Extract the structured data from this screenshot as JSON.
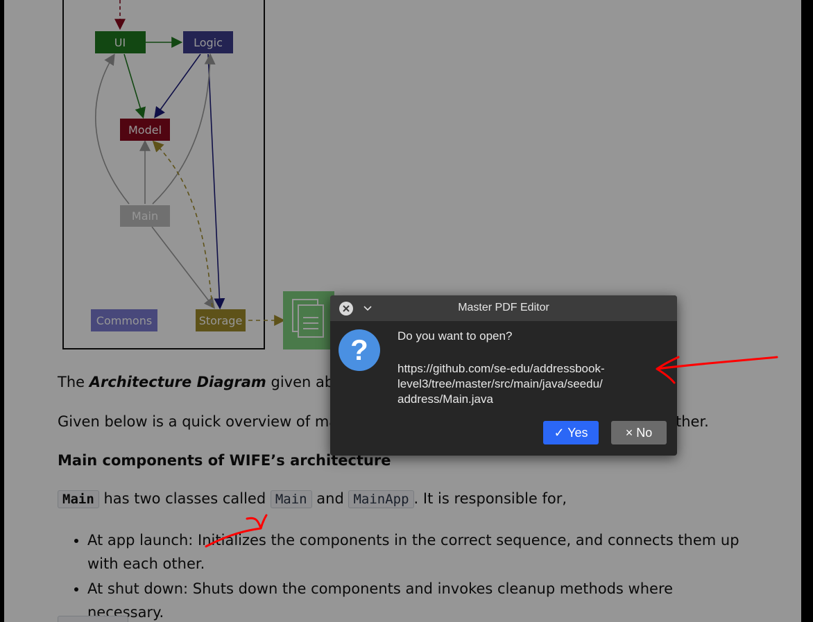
{
  "diagram": {
    "nodes": {
      "ui": "UI",
      "logic": "Logic",
      "model": "Model",
      "main": "Main",
      "commons": "Commons",
      "storage": "Storage"
    }
  },
  "document": {
    "para1": {
      "prefix": "The ",
      "emphasis": "Architecture Diagram",
      "suffix": " given abov"
    },
    "para2": {
      "start": "Given below is a quick overview of mai",
      "end": "ther."
    },
    "heading": "Main components of WIFE’s architecture",
    "para3": {
      "code1": "Main",
      "text1": " has two classes called ",
      "code2": "Main",
      "text2": " and ",
      "code3": "MainApp",
      "text3": ". It is responsible for,"
    },
    "bullets": [
      "At app launch: Initializes the components in the correct sequence, and connects them up with each other.",
      "At shut down: Shuts down the components and invokes cleanup methods where necessary."
    ]
  },
  "dialog": {
    "title": "Master PDF Editor",
    "question": "Do you want to open?",
    "url": "https://github.com/se-edu/addressbook-\nlevel3/tree/master/src/main/java/seedu/\naddress/Main.java",
    "yes_label": "✓ Yes",
    "no_label": "× No",
    "icons": {
      "close": "close-icon",
      "menu": "chevron-down-icon",
      "question": "question-mark-icon"
    }
  },
  "colors": {
    "ui": "#1f7a1f",
    "logic": "#3c3c8c",
    "model": "#8b0a1e",
    "main": "#bfbfbf",
    "commons": "#7b7bd1",
    "storage": "#a08c2c",
    "file": "#7ed07e",
    "annotation": "#ff0000",
    "dialog_bg": "#262626",
    "yes_button": "#2b67f6"
  }
}
